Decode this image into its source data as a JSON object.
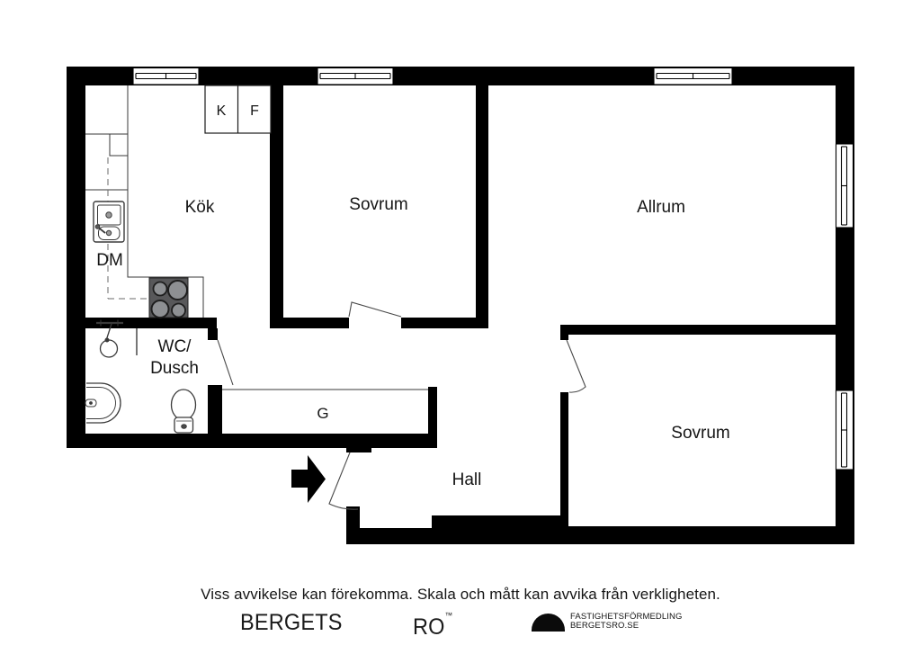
{
  "floorplan": {
    "rooms": [
      {
        "id": "kok",
        "label": "Kök"
      },
      {
        "id": "sovrum-1",
        "label": "Sovrum"
      },
      {
        "id": "allrum",
        "label": "Allrum"
      },
      {
        "id": "wc-dusch",
        "label_line1": "WC/",
        "label_line2": "Dusch"
      },
      {
        "id": "garderob",
        "label": "G"
      },
      {
        "id": "hall",
        "label": "Hall"
      },
      {
        "id": "sovrum-2",
        "label": "Sovrum"
      }
    ],
    "appliance_labels": {
      "fridge": "K",
      "freezer": "F",
      "dishwasher": "DM"
    },
    "colors": {
      "wall": "#000000",
      "fixture_line": "#3a3a3a",
      "stove_body": "#58585a",
      "burner": "#8e9093",
      "label_text": "#151515"
    }
  },
  "footer": {
    "disclaimer": "Viss avvikelse kan förekomma. Skala och mått kan avvika från verkligheten.",
    "brand": {
      "word_left": "BERGETS",
      "word_right": "RO",
      "trademark": "™"
    },
    "agency": {
      "line1": "FASTIGHETSFÖRMEDLING",
      "line2": "BERGETSRO.SE"
    }
  }
}
